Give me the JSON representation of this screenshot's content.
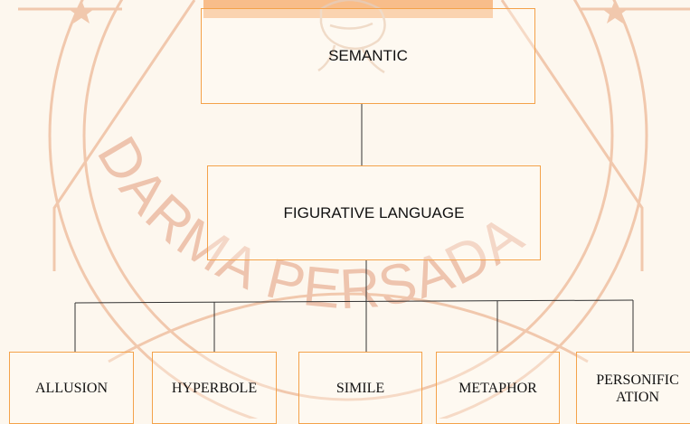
{
  "diagram": {
    "root": {
      "label": "SEMANTIC"
    },
    "child": {
      "label": "FIGURATIVE LANGUAGE"
    },
    "leaves": [
      {
        "label": "ALLUSION"
      },
      {
        "label": "HYPERBOLE"
      },
      {
        "label": "SIMILE"
      },
      {
        "label": "METAPHOR"
      },
      {
        "label": "PERSONIFICATION"
      }
    ]
  },
  "watermark": {
    "text": "DARMA PERSADA",
    "colors": {
      "ring": "#f1c8ad",
      "banner": "#f6a968",
      "text": "#eec4ae"
    }
  },
  "colors": {
    "node_border": "#f4a24a",
    "connector": "#333333",
    "background": "#fdf7ee"
  }
}
